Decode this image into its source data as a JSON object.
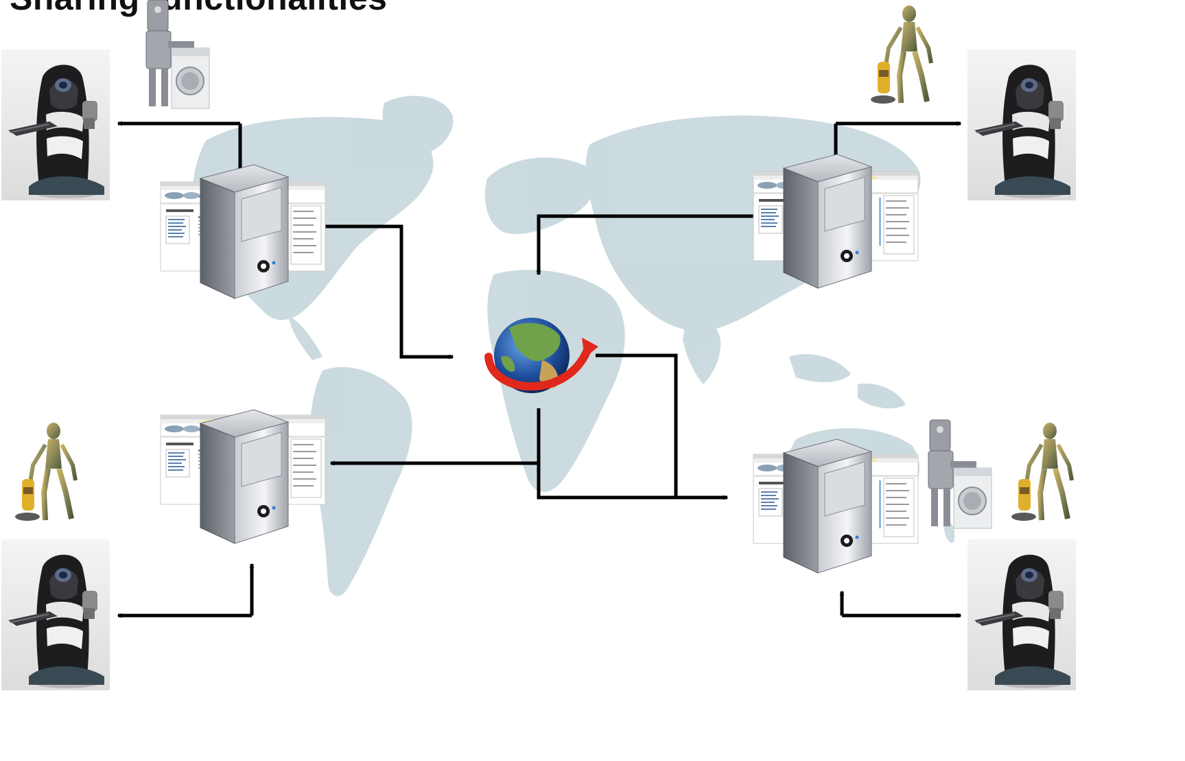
{
  "title": "Sharing functionalities",
  "colors": {
    "map": "#c9d9dd",
    "arrow": "#000000",
    "globe_ocean": "#1f4f9e",
    "globe_land": "#6fa24a",
    "orbit_arrow": "#e0281c",
    "server_body": "#8f949b"
  },
  "icons": {
    "robot_station": "care-robot-icon",
    "humanoid_vacuum": "humanoid-vacuum-robot-icon",
    "washing_robot": "washing-machine-robot-icon",
    "server": "server-tower-icon",
    "webpage": "webpage-screenshot-icon",
    "hub": "globe-with-orbit-arrow-icon"
  },
  "nodes": [
    {
      "id": "top-left",
      "helper": "washing_robot"
    },
    {
      "id": "top-right",
      "helper": "humanoid_vacuum"
    },
    {
      "id": "bottom-left",
      "helper": "humanoid_vacuum"
    },
    {
      "id": "bottom-right",
      "helpers": [
        "washing_robot",
        "humanoid_vacuum"
      ]
    }
  ]
}
